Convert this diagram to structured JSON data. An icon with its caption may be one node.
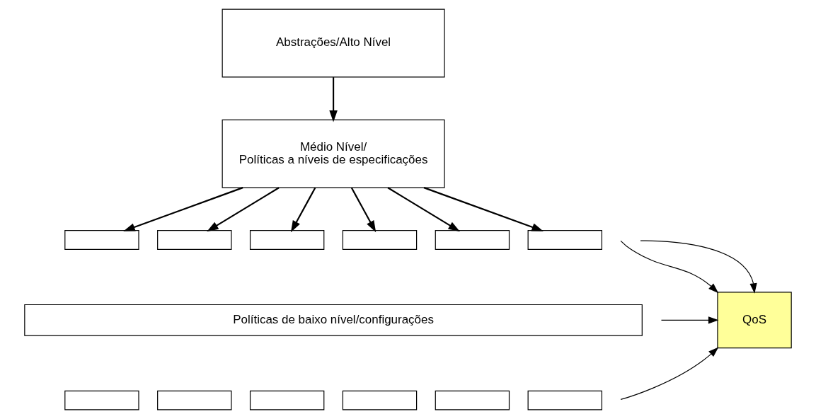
{
  "diagram": {
    "nodes": [
      {
        "text": [
          "Abstrações/Alto Nível"
        ]
      },
      {
        "text": [
          "Médio Nível/",
          "Políticas a níveis de especificações"
        ]
      },
      {
        "text": [
          "Políticas de baixo nível/configurações"
        ]
      },
      {
        "text": [],
        "shape": "box"
      },
      {
        "text": [],
        "shape": "box"
      },
      {
        "text": [],
        "shape": "box"
      },
      {
        "text": [],
        "shape": "box"
      },
      {
        "text": [],
        "shape": "box"
      },
      {
        "text": [],
        "shape": "box"
      },
      {
        "text": [],
        "shape": "box"
      },
      {
        "text": [],
        "shape": "box"
      },
      {
        "text": [],
        "shape": "box"
      },
      {
        "text": [],
        "shape": "box"
      },
      {
        "text": [],
        "shape": "box"
      },
      {
        "text": [],
        "shape": "box"
      },
      {
        "text": [
          "QoS"
        ]
      }
    ],
    "edges": [
      {
        "from": 0,
        "to": 1,
        "arrow": "to"
      },
      {
        "from": 1,
        "to": 3,
        "arrow": "to"
      },
      {
        "from": 1,
        "to": 4,
        "arrow": "to"
      },
      {
        "from": 1,
        "to": 5,
        "arrow": "to"
      },
      {
        "from": 1,
        "to": 6,
        "arrow": "to"
      },
      {
        "from": 1,
        "to": 7,
        "arrow": "to"
      },
      {
        "from": 1,
        "to": 8,
        "arrow": "to"
      },
      {
        "from": null,
        "to": 15,
        "arrow": "to"
      },
      {
        "from": null,
        "to": 15,
        "arrow": "to"
      },
      {
        "from": null,
        "to": 15,
        "arrow": "to"
      },
      {
        "from": null,
        "to": 15,
        "arrow": "to"
      }
    ]
  }
}
